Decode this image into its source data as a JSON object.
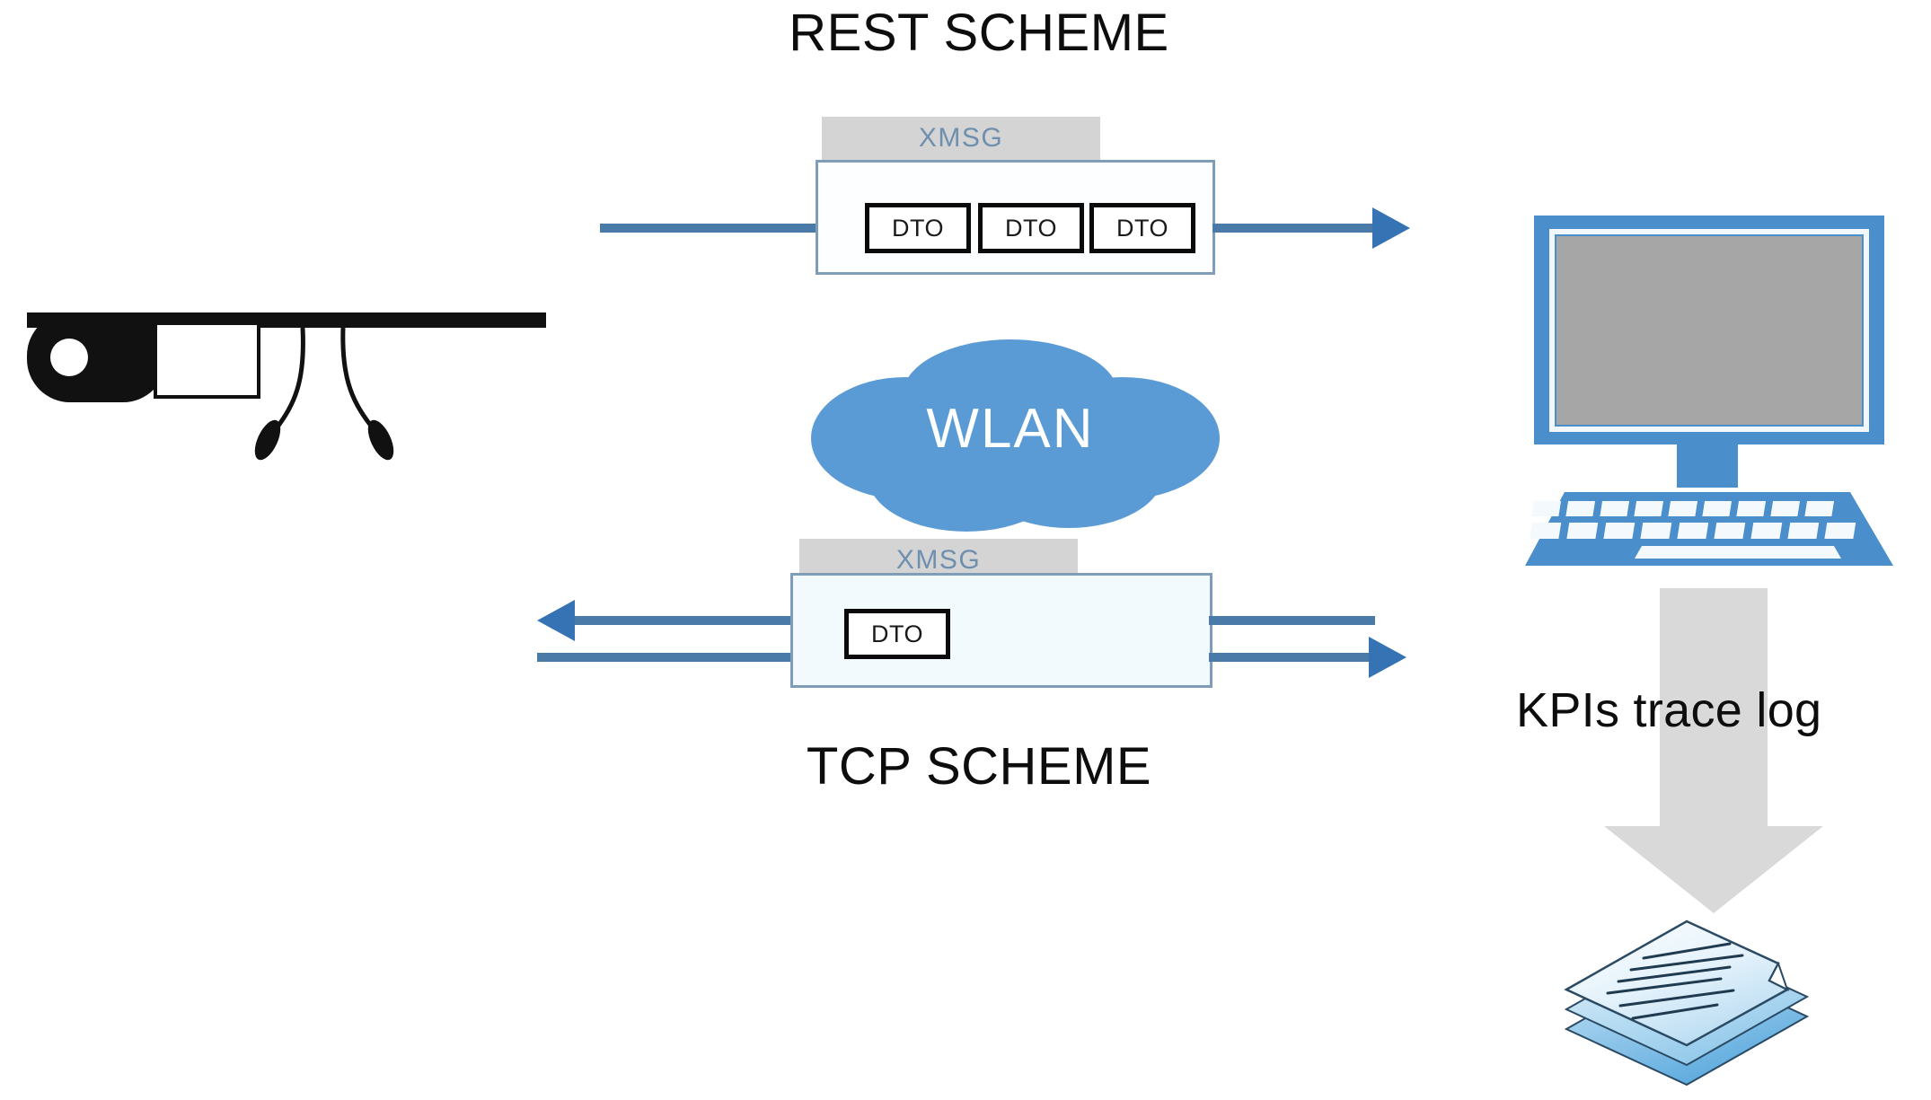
{
  "diagram": {
    "title_rest": "REST SCHEME",
    "title_tcp": "TCP SCHEME",
    "cloud_label": "WLAN",
    "kpi_label": "KPIs trace log",
    "xmsg_label_rest": "XMSG",
    "xmsg_label_tcp": "XMSG",
    "rest_dtos": [
      {
        "label": "DTO"
      },
      {
        "label": "DTO"
      },
      {
        "label": "DTO"
      }
    ],
    "tcp_dtos": [
      {
        "label": "DTO"
      }
    ],
    "nodes": {
      "client_device": "smart-glasses",
      "network": "wlan-cloud",
      "server_host": "desktop-computer",
      "output_artifact": "document-stack"
    },
    "colors": {
      "accent_blue": "#4a7ba8",
      "arrow_blue": "#3573b4",
      "cloud_blue": "#5b9bd5",
      "computer_blue": "#4a8fcc",
      "screen_gray": "#a6a6a6",
      "band_gray": "#d4d4d4",
      "kpi_arrow_gray": "#d9d9d9",
      "box_border": "#7f9db9",
      "dto_border": "#0a0a0a",
      "text_dark": "#0d0d0d",
      "xmsg_text": "#6f8faf",
      "doc_blue": "#5aa9dd"
    }
  }
}
